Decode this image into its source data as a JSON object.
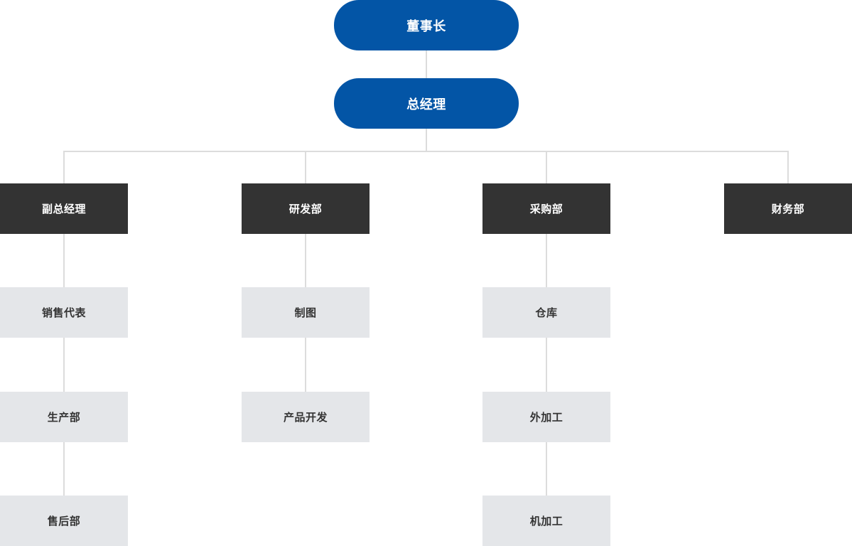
{
  "chairman": "董事长",
  "general_manager": "总经理",
  "departments": [
    {
      "label": "副总经理",
      "children": [
        "销售代表",
        "生产部",
        "售后部"
      ]
    },
    {
      "label": "研发部",
      "children": [
        "制图",
        "产品开发"
      ]
    },
    {
      "label": "采购部",
      "children": [
        "仓库",
        "外加工",
        "机加工"
      ]
    },
    {
      "label": "财务部",
      "children": []
    }
  ],
  "colors": {
    "executive": "#0355a6",
    "department": "#333333",
    "sub_unit": "#e4e6e9",
    "connector": "#dcdcdc"
  }
}
